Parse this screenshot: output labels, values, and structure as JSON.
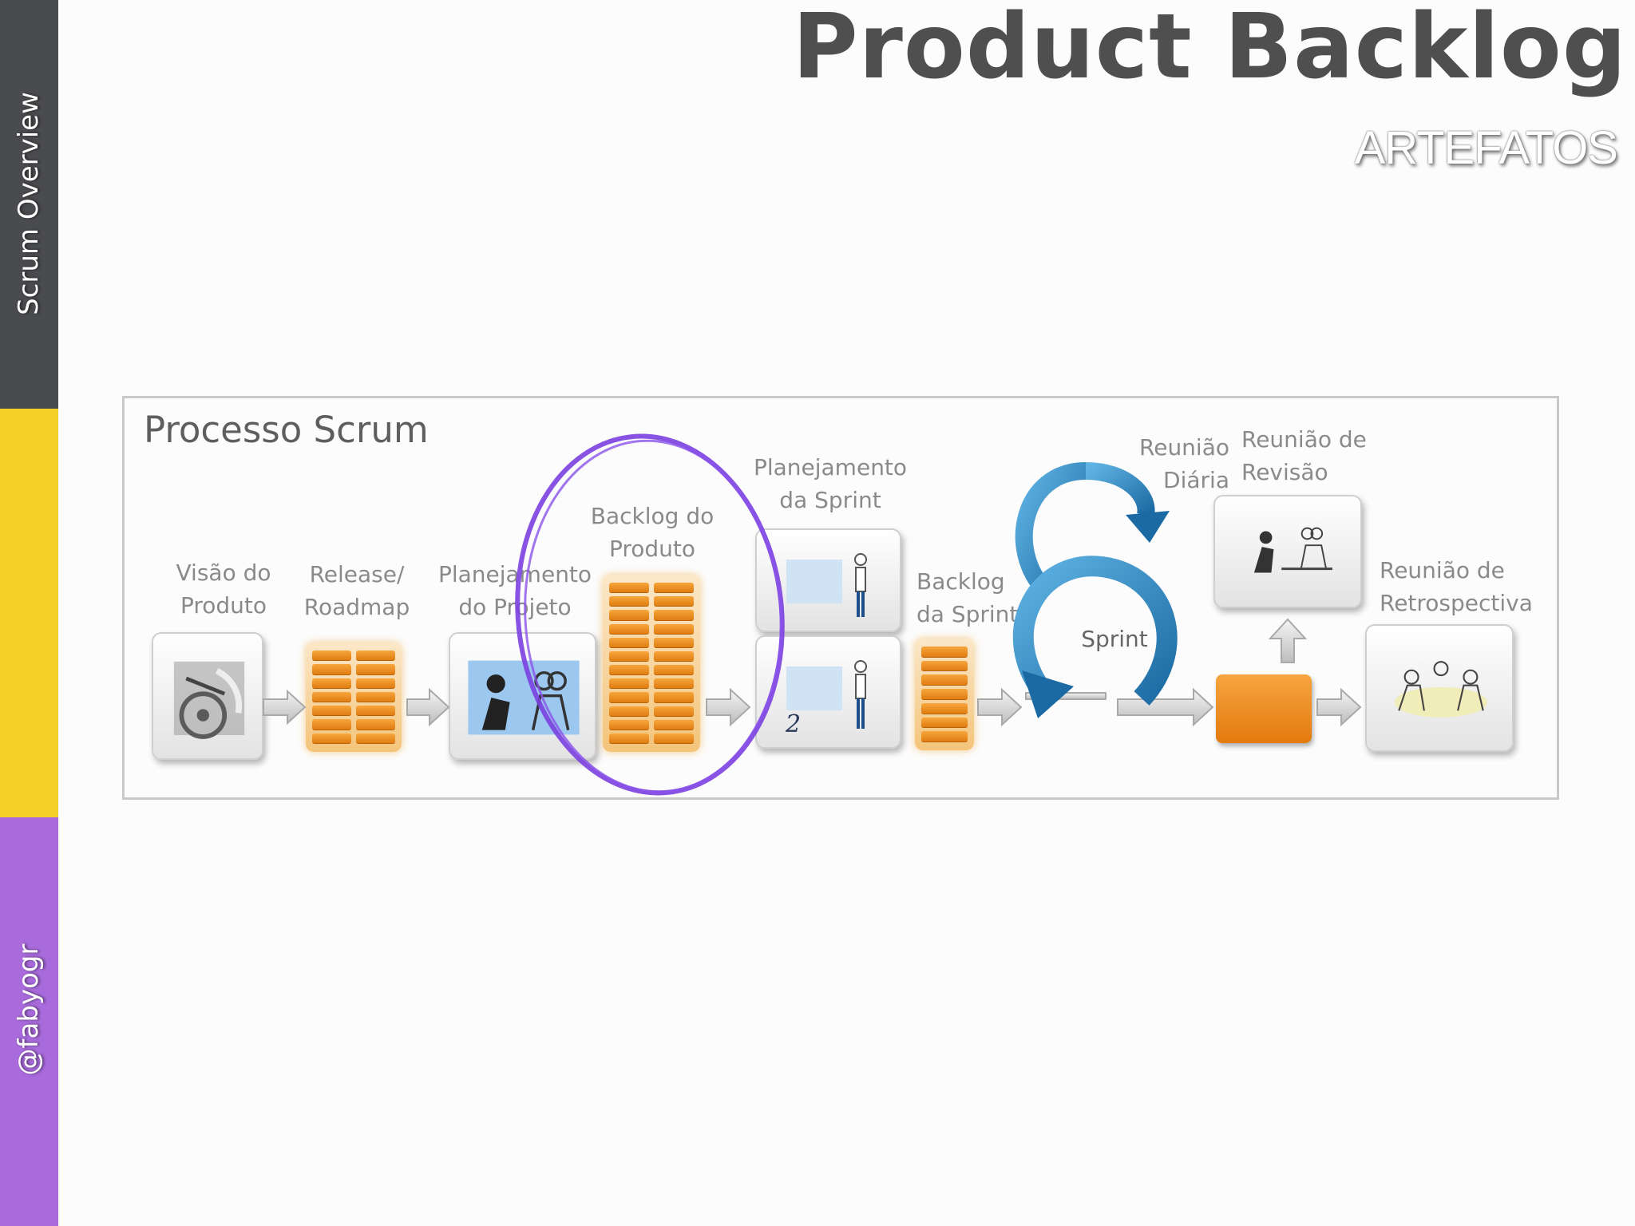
{
  "sidebar": {
    "section_label": "Scrum Overview",
    "handle": "@fabyogr",
    "colors": [
      "#4a4b4e",
      "#f4d029",
      "#a96bdc"
    ]
  },
  "header": {
    "title": "Product Backlog",
    "subtitle": "ARTEFATOS"
  },
  "diagram": {
    "title": "Processo Scrum",
    "labels": {
      "visao": [
        "Visão do",
        "Produto"
      ],
      "release": [
        "Release/",
        "Roadmap"
      ],
      "planejamento_projeto": [
        "Planejamento",
        "do Projeto"
      ],
      "backlog_produto": [
        "Backlog do",
        "Produto"
      ],
      "planejamento_sprint": [
        "Planejamento",
        "da Sprint"
      ],
      "backlog_sprint": [
        "Backlog",
        "da Sprint"
      ],
      "reuniao_diaria": [
        "Reunião",
        "Diária"
      ],
      "reuniao_revisao": [
        "Reunião de",
        "Revisão"
      ],
      "reuniao_retrospectiva": [
        "Reunião de",
        "Retrospectiva"
      ],
      "sprint": "Sprint",
      "sprint_planning_step": "2"
    },
    "highlighted_step": "Backlog do Produto",
    "accent_colors": {
      "highlight_ring": "#7b3fe0",
      "loop_arrows": "#2b7fb8",
      "backlog_orange": "#f29a2e"
    }
  }
}
